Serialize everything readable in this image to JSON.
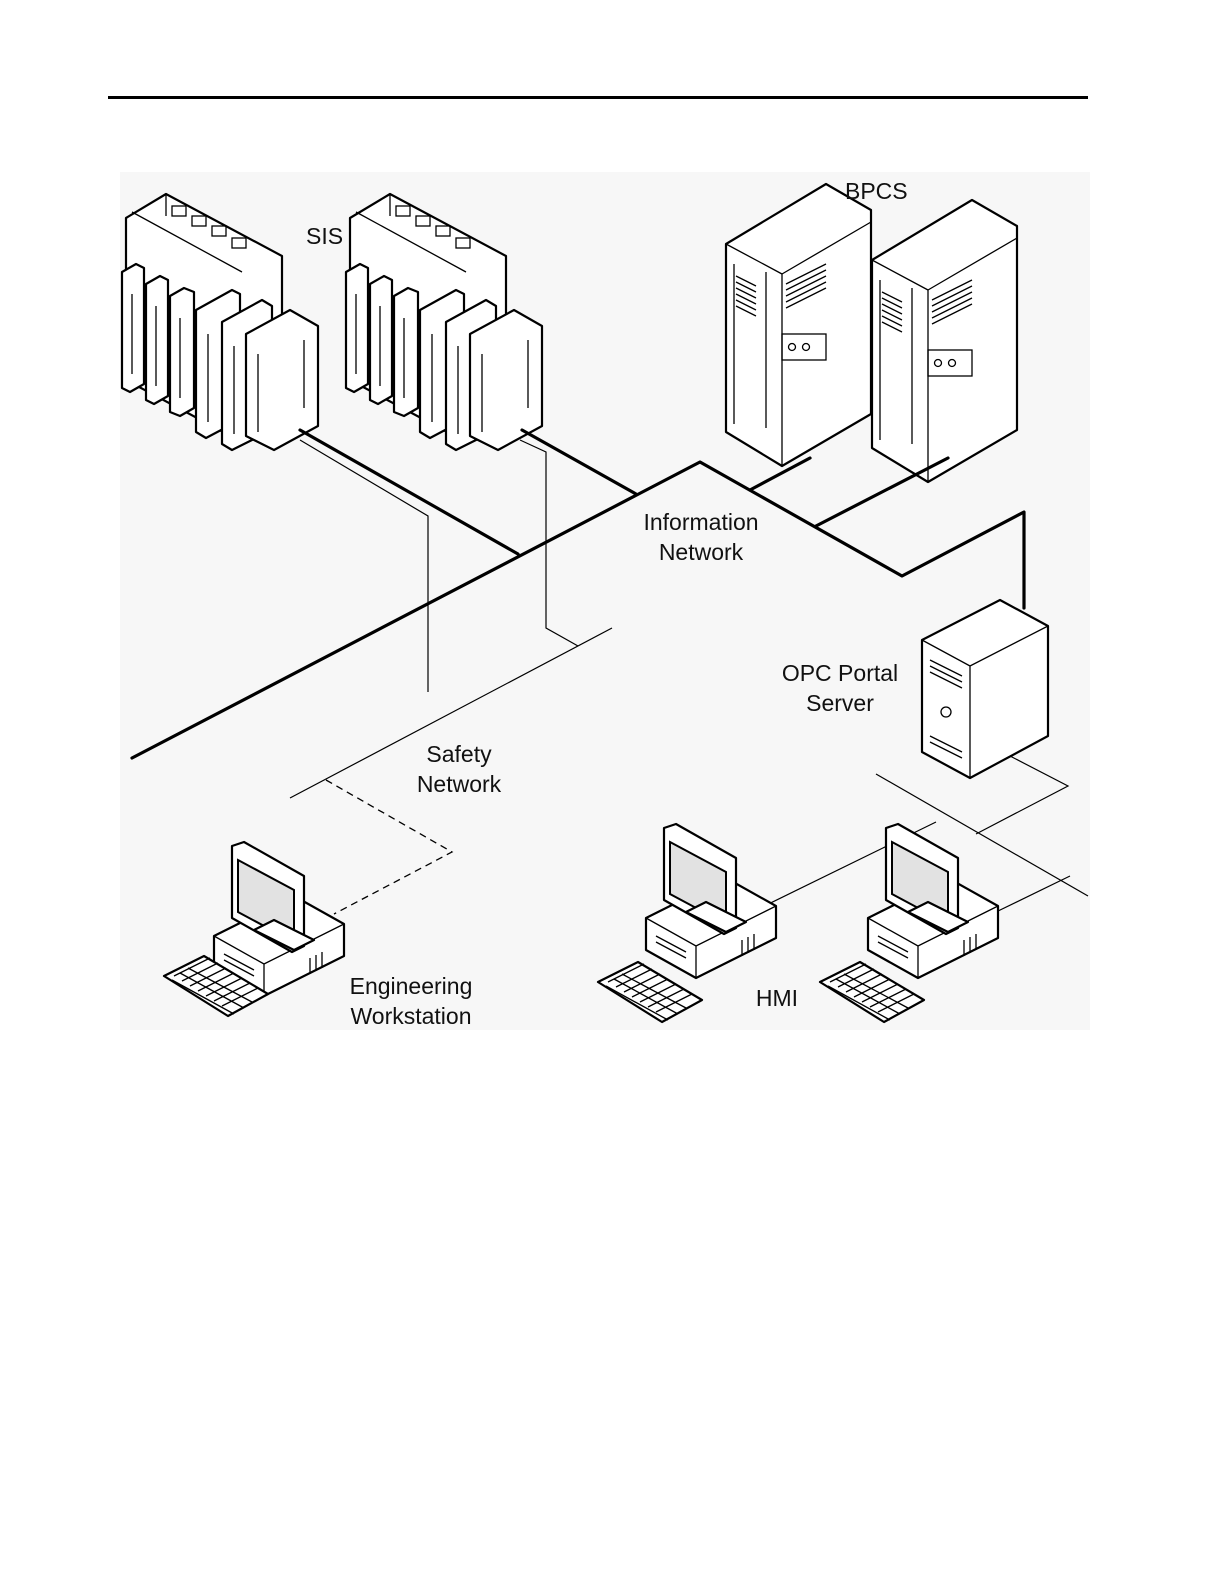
{
  "labels": {
    "sis": "SIS",
    "bpcs": "BPCS",
    "information_network_line1": "Information",
    "information_network_line2": "Network",
    "opc_line1": "OPC Portal",
    "opc_line2": "Server",
    "safety_network_line1": "Safety",
    "safety_network_line2": "Network",
    "engineering_line1": "Engineering",
    "engineering_line2": "Workstation",
    "hmi": "HMI"
  },
  "icons": {
    "sis_controller": "plc-rack-icon",
    "bpcs_server": "tower-server-icon",
    "opc_server": "server-icon",
    "workstation": "desktop-computer-icon",
    "keyboard": "keyboard-icon"
  }
}
